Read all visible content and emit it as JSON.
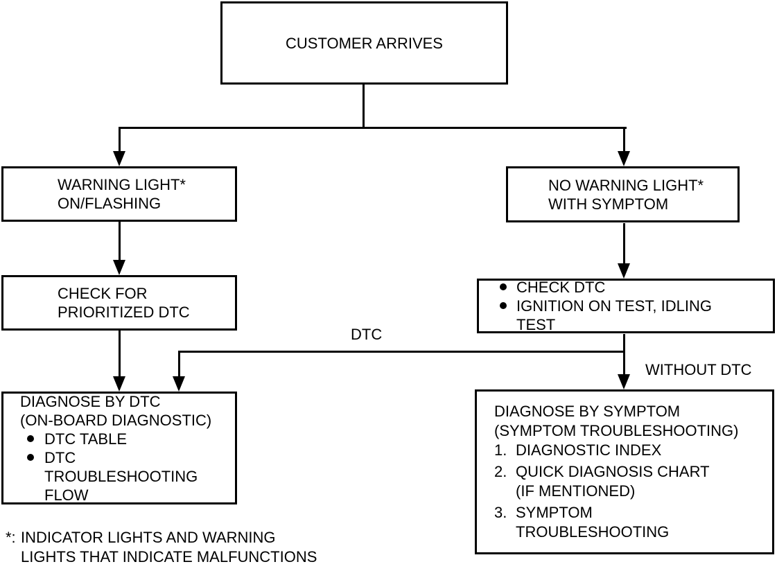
{
  "meta": {
    "background_color": "#ffffff",
    "line_color": "#000000",
    "text_color": "#000000",
    "diagram_type": "troubleshooting-flowchart"
  },
  "nodes": {
    "customer_arrives": {
      "label": "CUSTOMER ARRIVES"
    },
    "warning_light": {
      "lines": [
        "WARNING LIGHT*",
        "ON/FLASHING"
      ]
    },
    "no_warning_light": {
      "lines": [
        "NO WARNING LIGHT*",
        "WITH SYMPTOM"
      ]
    },
    "check_prioritized_dtc": {
      "lines": [
        "CHECK FOR",
        "PRIORITIZED DTC"
      ]
    },
    "check_dtc": {
      "bullets": [
        {
          "lines": [
            "CHECK DTC"
          ]
        },
        {
          "lines": [
            "IGNITION ON TEST, IDLING",
            "TEST"
          ]
        }
      ]
    },
    "diagnose_by_dtc": {
      "lines": [
        "DIAGNOSE BY DTC",
        "(ON-BOARD DIAGNOSTIC)"
      ],
      "bullets": [
        {
          "lines": [
            "DTC TABLE"
          ]
        },
        {
          "lines": [
            "DTC",
            "TROUBLESHOOTING",
            "FLOW"
          ]
        }
      ]
    },
    "diagnose_by_symptom": {
      "lines": [
        "DIAGNOSE BY SYMPTOM",
        "(SYMPTOM TROUBLESHOOTING)"
      ],
      "items": [
        {
          "num": "1.",
          "lines": [
            "DIAGNOSTIC INDEX"
          ]
        },
        {
          "num": "2.",
          "lines": [
            "QUICK DIAGNOSIS CHART",
            "(IF MENTIONED)"
          ]
        },
        {
          "num": "3.",
          "lines": [
            "SYMPTOM",
            "TROUBLESHOOTING"
          ]
        }
      ]
    }
  },
  "edge_labels": {
    "dtc": "DTC",
    "without_dtc": "WITHOUT DTC"
  },
  "footnote": {
    "marker": "*:",
    "lines": [
      "INDICATOR LIGHTS AND WARNING",
      "LIGHTS THAT INDICATE MALFUNCTIONS"
    ]
  }
}
